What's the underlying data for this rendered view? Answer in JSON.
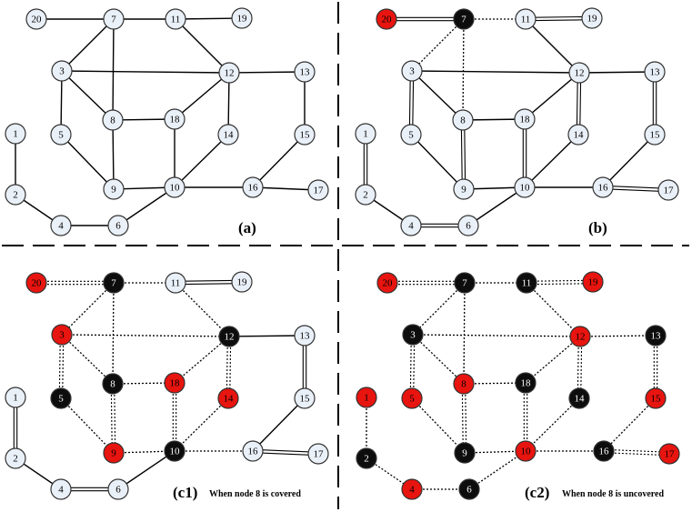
{
  "colors": {
    "empty": "#eaf0f8",
    "red": "#e8140f",
    "black": "#0d0d0d",
    "stroke": "#333333"
  },
  "nodes": [
    "1",
    "2",
    "3",
    "4",
    "5",
    "6",
    "7",
    "8",
    "9",
    "10",
    "11",
    "12",
    "13",
    "14",
    "15",
    "16",
    "17",
    "18",
    "19",
    "20"
  ],
  "edges": [
    [
      "20",
      "7"
    ],
    [
      "7",
      "11"
    ],
    [
      "11",
      "19"
    ],
    [
      "7",
      "3"
    ],
    [
      "7",
      "8"
    ],
    [
      "11",
      "12"
    ],
    [
      "3",
      "12"
    ],
    [
      "3",
      "8"
    ],
    [
      "3",
      "5"
    ],
    [
      "12",
      "13"
    ],
    [
      "12",
      "18"
    ],
    [
      "12",
      "14"
    ],
    [
      "13",
      "15"
    ],
    [
      "8",
      "18"
    ],
    [
      "8",
      "9"
    ],
    [
      "18",
      "10"
    ],
    [
      "5",
      "9"
    ],
    [
      "14",
      "10"
    ],
    [
      "15",
      "16"
    ],
    [
      "9",
      "10"
    ],
    [
      "10",
      "16"
    ],
    [
      "16",
      "17"
    ],
    [
      "1",
      "2"
    ],
    [
      "2",
      "4"
    ],
    [
      "4",
      "6"
    ],
    [
      "6",
      "10"
    ]
  ],
  "panels": [
    {
      "id": "a",
      "label": "(a)",
      "caption": "",
      "colors": {},
      "styles": {}
    },
    {
      "id": "b",
      "label": "(b)",
      "caption": "",
      "colors": {
        "20": "red",
        "7": "black"
      },
      "styles": {
        "20-7": "double",
        "7-11": "dotted",
        "11-19": "double",
        "7-3": "dotted",
        "7-8": "dotted",
        "3-5": "double",
        "8-9": "double",
        "12-14": "double",
        "13-15": "double",
        "18-10": "double",
        "16-17": "double",
        "1-2": "double",
        "4-6": "double"
      }
    },
    {
      "id": "c1",
      "label": "(c1)",
      "caption": "When node 8 is covered",
      "colors": {
        "20": "red",
        "7": "black",
        "3": "red",
        "12": "black",
        "8": "black",
        "18": "red",
        "14": "red",
        "5": "black",
        "9": "red",
        "10": "black"
      },
      "styles": {
        "20-7": "ddouble",
        "7-11": "dotted",
        "11-19": "double",
        "7-3": "dotted",
        "7-8": "dotted",
        "11-12": "dotted",
        "3-12": "dotted",
        "3-8": "dotted",
        "3-5": "ddouble",
        "12-18": "dotted",
        "12-14": "ddouble",
        "13-15": "double",
        "8-18": "dotted",
        "8-9": "ddouble",
        "18-10": "ddouble",
        "5-9": "dotted",
        "14-10": "dotted",
        "9-10": "dotted",
        "10-16": "dotted",
        "16-17": "double",
        "1-2": "double",
        "4-6": "double"
      }
    },
    {
      "id": "c2",
      "label": "(c2)",
      "caption": "When node 8 is uncovered",
      "colors": {
        "20": "red",
        "7": "black",
        "11": "black",
        "19": "red",
        "3": "black",
        "12": "red",
        "13": "black",
        "8": "red",
        "18": "black",
        "5": "red",
        "14": "black",
        "15": "red",
        "1": "red",
        "9": "black",
        "10": "red",
        "16": "black",
        "17": "red",
        "2": "black",
        "4": "red",
        "6": "black"
      },
      "styles": {
        "20-7": "ddouble",
        "7-11": "dotted",
        "11-19": "ddouble",
        "7-3": "dotted",
        "7-8": "dotted",
        "11-12": "dotted",
        "3-12": "dotted",
        "3-8": "dotted",
        "3-5": "ddouble",
        "12-13": "dotted",
        "12-18": "dotted",
        "12-14": "ddouble",
        "13-15": "ddouble",
        "8-18": "dotted",
        "8-9": "ddouble",
        "18-10": "ddouble",
        "5-9": "dotted",
        "14-10": "dotted",
        "15-16": "dotted",
        "9-10": "dotted",
        "10-16": "dotted",
        "16-17": "ddouble",
        "1-2": "dotted",
        "2-4": "dotted",
        "4-6": "dotted",
        "6-10": "dotted"
      }
    }
  ]
}
